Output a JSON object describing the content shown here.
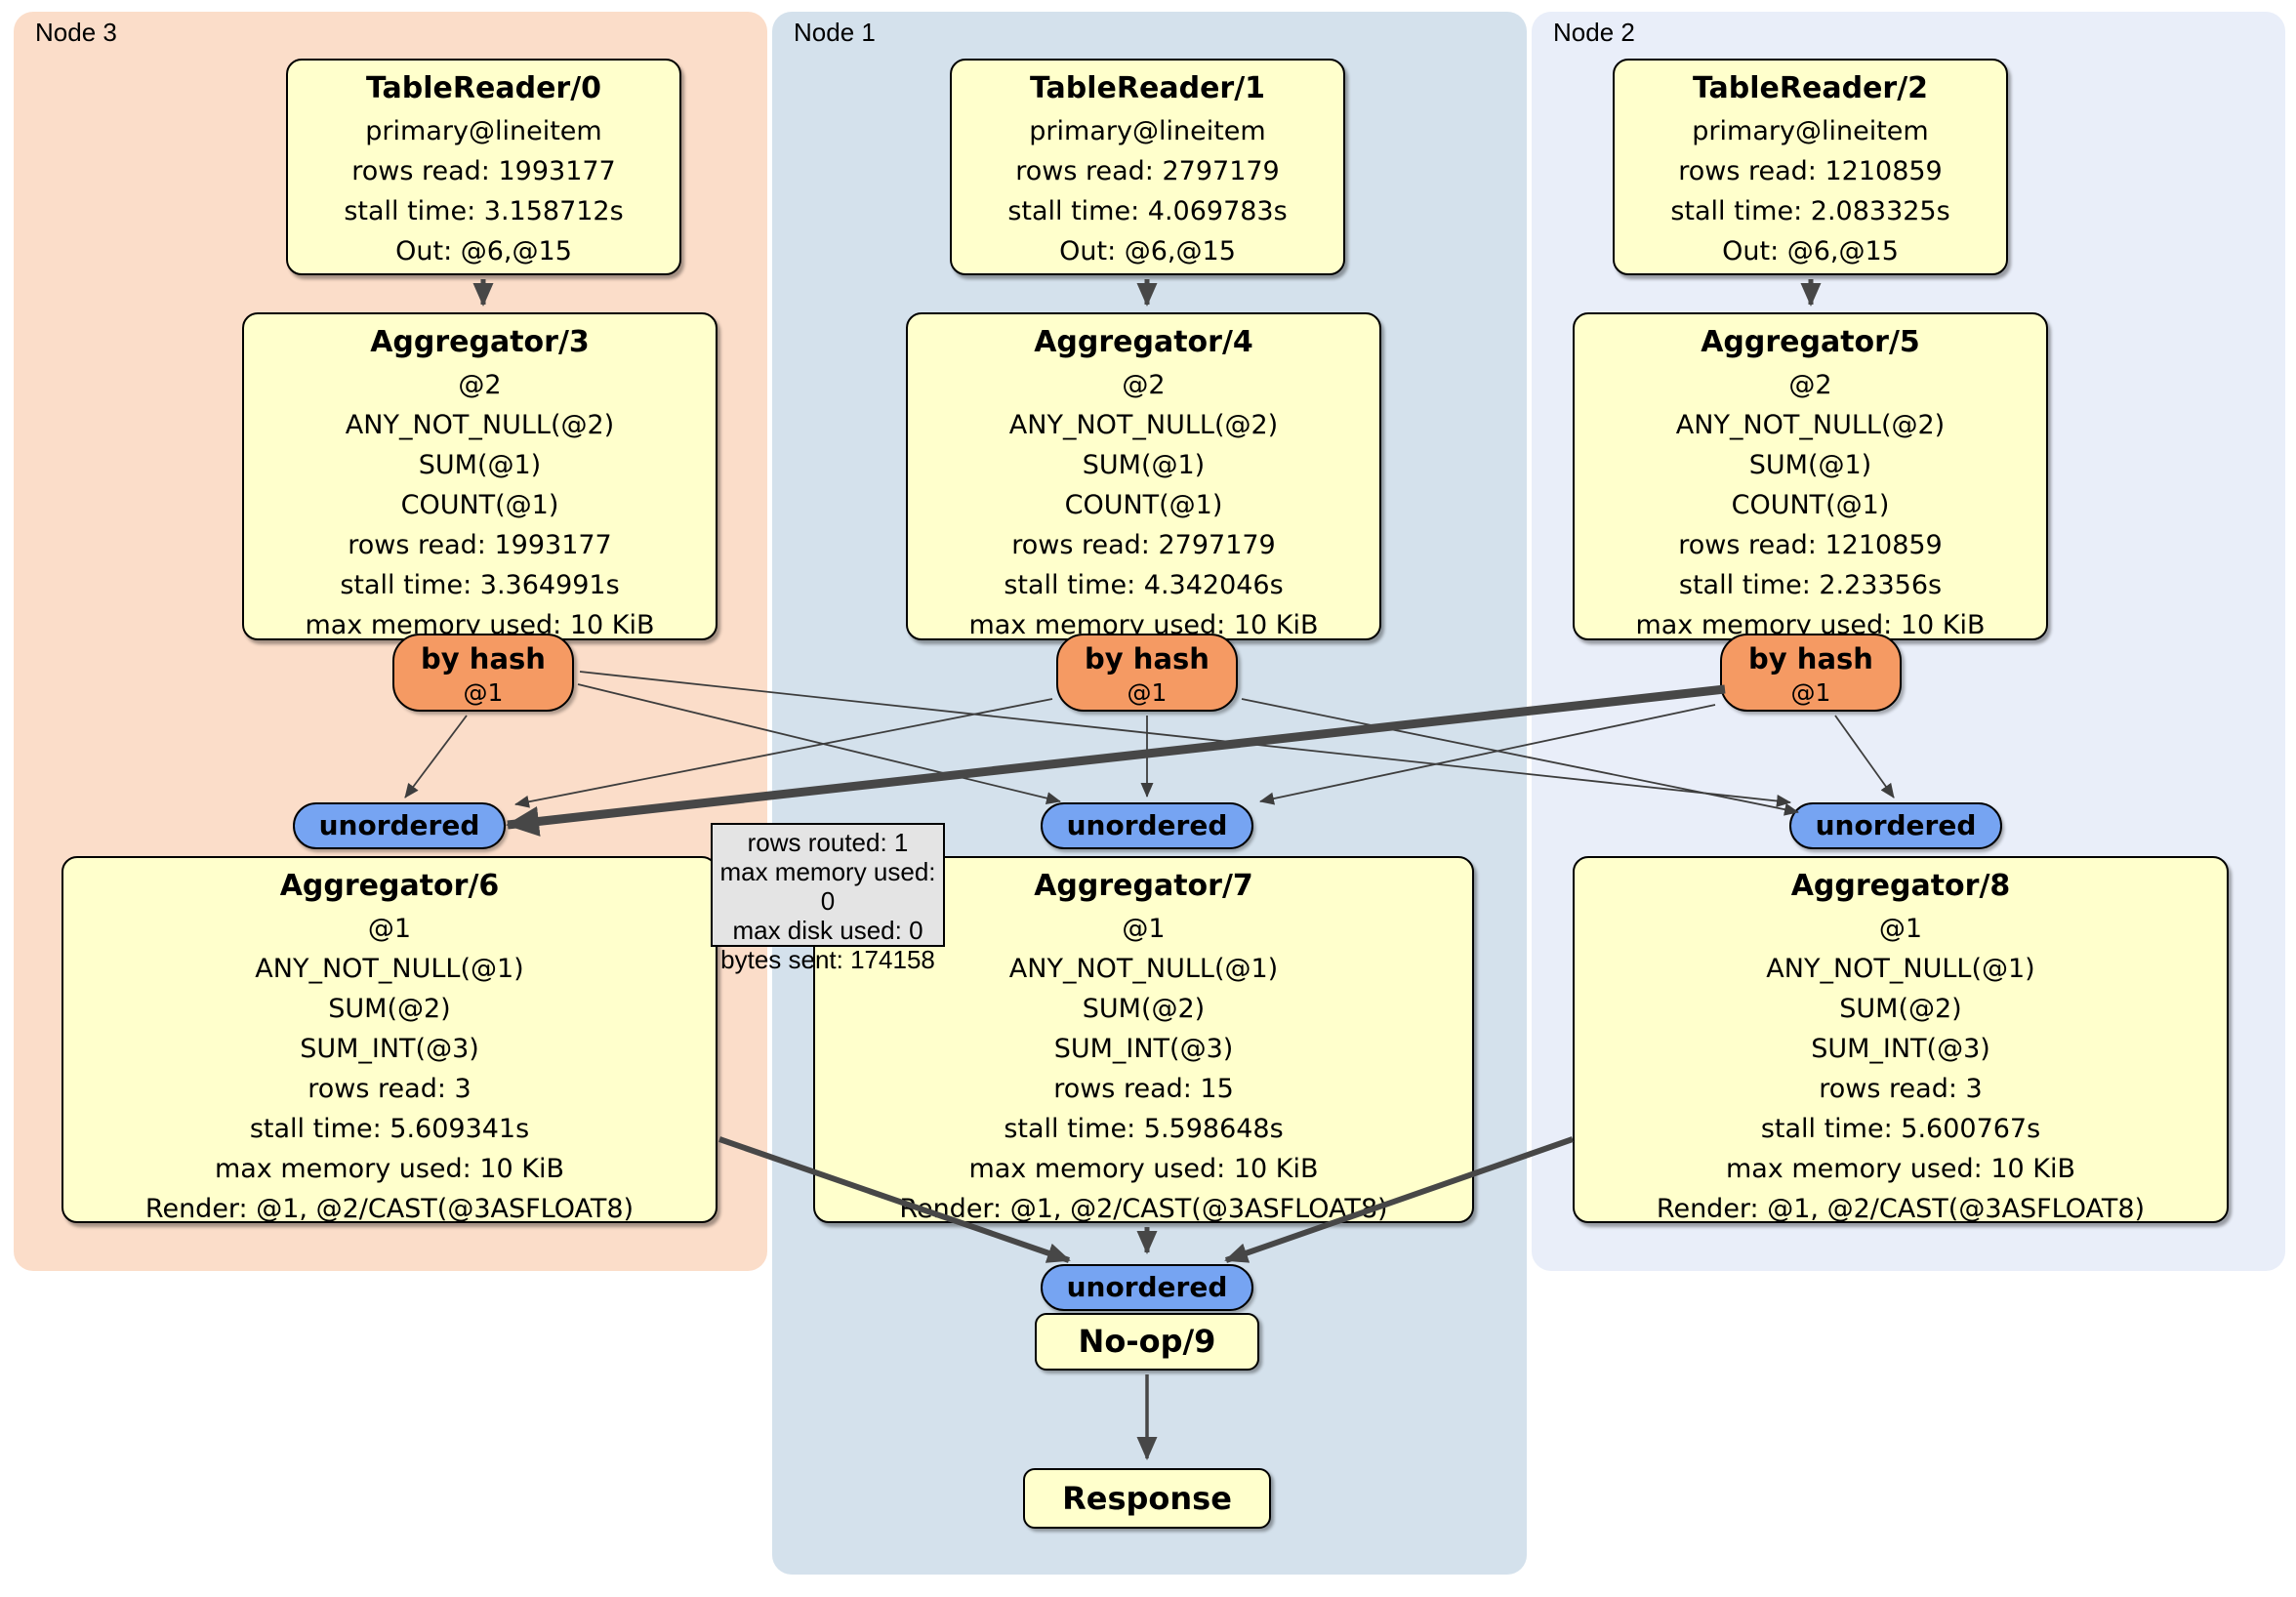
{
  "regions": {
    "node3": {
      "label": "Node 3",
      "color": "#fbddc9"
    },
    "node1": {
      "label": "Node 1",
      "color": "#d4e1ec"
    },
    "node2": {
      "label": "Node 2",
      "color": "#e9eef9"
    }
  },
  "colors": {
    "node_fill": "#ffffcc",
    "hash_pill": "#f59a63",
    "unordered_pill": "#76a4f2",
    "edge": "#474747",
    "tooltip_bg": "#e4e4e4"
  },
  "nodes": {
    "tr0": {
      "title": "TableReader/0",
      "lines": [
        "primary@lineitem",
        "rows read: 1993177",
        "stall time: 3.158712s",
        "Out: @6,@15"
      ]
    },
    "tr1": {
      "title": "TableReader/1",
      "lines": [
        "primary@lineitem",
        "rows read: 2797179",
        "stall time: 4.069783s",
        "Out: @6,@15"
      ]
    },
    "tr2": {
      "title": "TableReader/2",
      "lines": [
        "primary@lineitem",
        "rows read: 1210859",
        "stall time: 2.083325s",
        "Out: @6,@15"
      ]
    },
    "agg3": {
      "title": "Aggregator/3",
      "lines": [
        "@2",
        "ANY_NOT_NULL(@2)",
        "SUM(@1)",
        "COUNT(@1)",
        "rows read: 1993177",
        "stall time: 3.364991s",
        "max memory used: 10 KiB"
      ]
    },
    "agg4": {
      "title": "Aggregator/4",
      "lines": [
        "@2",
        "ANY_NOT_NULL(@2)",
        "SUM(@1)",
        "COUNT(@1)",
        "rows read: 2797179",
        "stall time: 4.342046s",
        "max memory used: 10 KiB"
      ]
    },
    "agg5": {
      "title": "Aggregator/5",
      "lines": [
        "@2",
        "ANY_NOT_NULL(@2)",
        "SUM(@1)",
        "COUNT(@1)",
        "rows read: 1210859",
        "stall time: 2.23356s",
        "max memory used: 10 KiB"
      ]
    },
    "byhash3": {
      "title": "by hash",
      "sub": "@1"
    },
    "byhash4": {
      "title": "by hash",
      "sub": "@1"
    },
    "byhash5": {
      "title": "by hash",
      "sub": "@1"
    },
    "unordered3": {
      "label": "unordered"
    },
    "unordered7": {
      "label": "unordered"
    },
    "unordered8": {
      "label": "unordered"
    },
    "unordered9": {
      "label": "unordered"
    },
    "agg6": {
      "title": "Aggregator/6",
      "lines": [
        "@1",
        "ANY_NOT_NULL(@1)",
        "SUM(@2)",
        "SUM_INT(@3)",
        "rows read: 3",
        "stall time: 5.609341s",
        "max memory used: 10 KiB",
        "Render: @1, @2/CAST(@3ASFLOAT8)"
      ]
    },
    "agg7": {
      "title": "Aggregator/7",
      "lines": [
        "@1",
        "ANY_NOT_NULL(@1)",
        "SUM(@2)",
        "SUM_INT(@3)",
        "rows read: 15",
        "stall time: 5.598648s",
        "max memory used: 10 KiB",
        "Render: @1, @2/CAST(@3ASFLOAT8)"
      ]
    },
    "agg8": {
      "title": "Aggregator/8",
      "lines": [
        "@1",
        "ANY_NOT_NULL(@1)",
        "SUM(@2)",
        "SUM_INT(@3)",
        "rows read: 3",
        "stall time: 5.600767s",
        "max memory used: 10 KiB",
        "Render: @1, @2/CAST(@3ASFLOAT8)"
      ]
    },
    "noop": {
      "title": "No-op/9"
    },
    "response": {
      "title": "Response"
    }
  },
  "tooltip": {
    "lines": [
      "rows routed: 1",
      "max memory used: 0",
      "max disk used: 0",
      "bytes sent: 174158"
    ]
  }
}
